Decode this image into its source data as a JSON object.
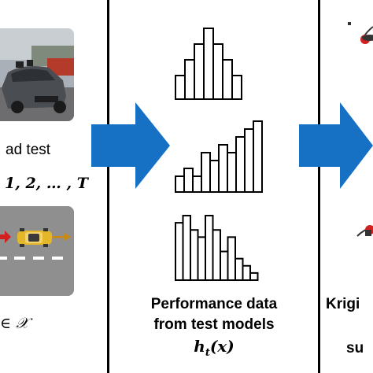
{
  "left_panel": {
    "label_test": "ad test",
    "label_range": "1, 2, … , T",
    "label_set": "∈ 𝒳"
  },
  "middle_panel": {
    "caption_line1": "Performance data",
    "caption_line2": "from test models",
    "caption_formula": "h_t(x)",
    "histograms": [
      {
        "name": "symmetric",
        "values": [
          3,
          5,
          7,
          9,
          7,
          5,
          3
        ]
      },
      {
        "name": "increasing",
        "values": [
          2,
          3,
          2,
          5,
          4,
          6,
          5,
          7,
          8,
          9
        ]
      },
      {
        "name": "irregular",
        "values": [
          8,
          9,
          7,
          6,
          9,
          7,
          4,
          6,
          3,
          2,
          1
        ]
      }
    ]
  },
  "right_panel": {
    "caption_line1": "Krigi",
    "caption_line3": "su"
  },
  "colors": {
    "arrow": "#1670c4",
    "road": "#8f8f8f",
    "car_yellow": "#e4b72a",
    "arrow_red": "#d21f1f",
    "arrow_orange": "#c88a12"
  }
}
